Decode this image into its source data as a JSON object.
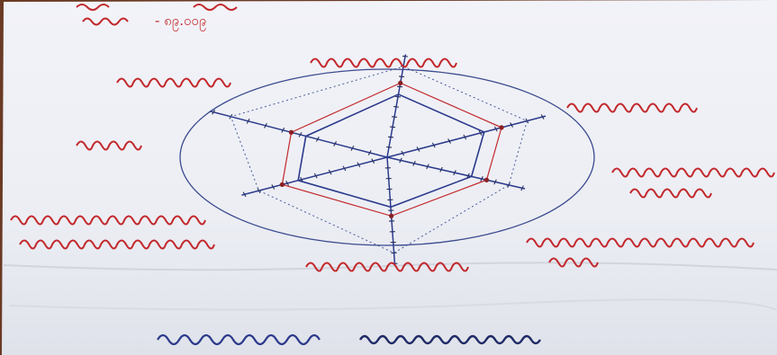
{
  "top_note": {
    "text": "- ၈၉.၀၀၉"
  },
  "colors": {
    "paper": "#eef0f5",
    "table": "#6a3a24",
    "blue_ink": "#2c3a8c",
    "red_ink": "#c2282c",
    "tick_ink": "#26305e"
  },
  "radar": {
    "spokes": 6,
    "scale_max": 5,
    "values": [
      4,
      4,
      4,
      3,
      4,
      3
    ]
  }
}
